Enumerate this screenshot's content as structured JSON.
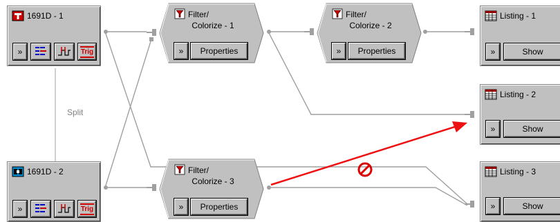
{
  "analyzers": [
    {
      "title": "1691D - 1",
      "icon": "analyzer-red-t-icon"
    },
    {
      "title": "1691D - 2",
      "icon": "analyzer-blue-module-icon"
    }
  ],
  "analyzer_buttons": {
    "expand": "»",
    "trig": "Trig"
  },
  "filters": [
    {
      "title_line1": "Filter/",
      "title_line2": "Colorize - 1",
      "button": "Properties"
    },
    {
      "title_line1": "Filter/",
      "title_line2": "Colorize - 2",
      "button": "Properties"
    },
    {
      "title_line1": "Filter/",
      "title_line2": "Colorize - 3",
      "button": "Properties"
    }
  ],
  "listings": [
    {
      "title": "Listing - 1",
      "button": "Show"
    },
    {
      "title": "Listing - 2",
      "button": "Show"
    },
    {
      "title": "Listing - 3",
      "button": "Show"
    }
  ],
  "split_label": "Split",
  "colors": {
    "panel": "#c0c0c0",
    "wire": "#a0a0a0",
    "drag_arrow": "#ee1111",
    "no_drop": "#dd0000"
  }
}
